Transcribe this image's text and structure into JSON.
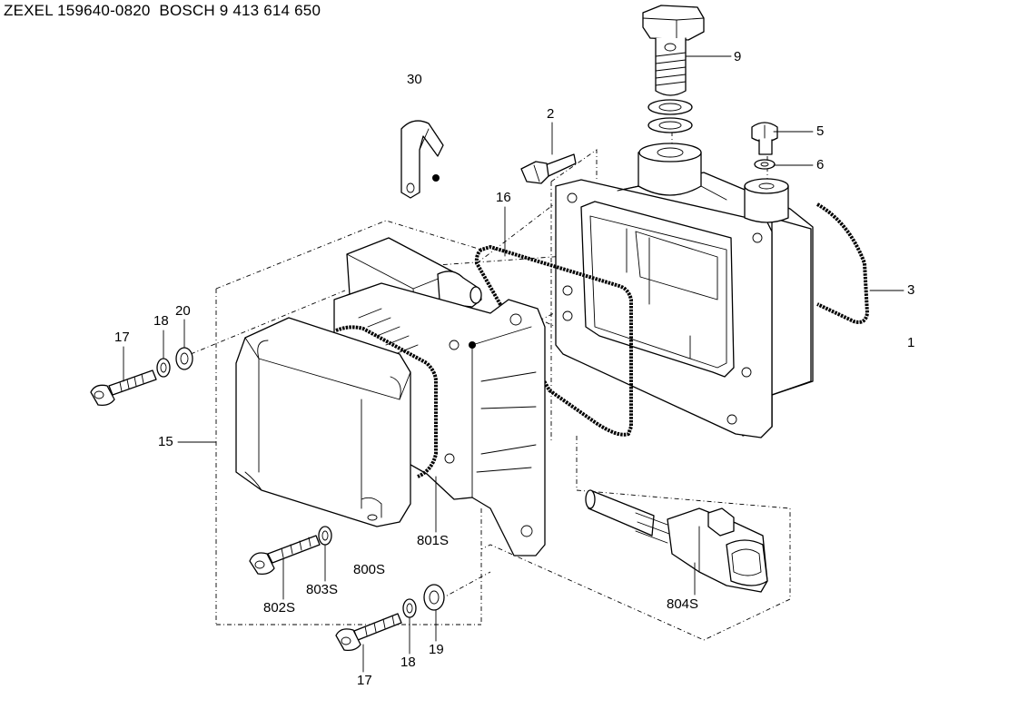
{
  "title": "ZEXEL 159640-0820  BOSCH 9 413 614 650",
  "callouts": {
    "p30": "30",
    "p2": "2",
    "p9": "9",
    "p5": "5",
    "p6": "6",
    "p16": "16",
    "p3": "3",
    "p1": "1",
    "p17a": "17",
    "p18a": "18",
    "p20": "20",
    "p15": "15",
    "p801s": "801S",
    "p800s": "800S",
    "p803s": "803S",
    "p802s": "802S",
    "p804s": "804S",
    "p17b": "17",
    "p18b": "18",
    "p19": "19"
  }
}
